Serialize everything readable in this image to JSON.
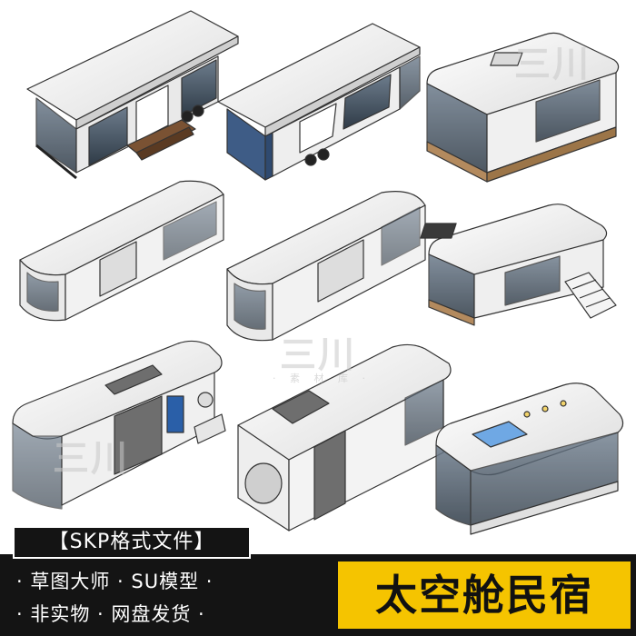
{
  "watermark": {
    "logo_text": "三川",
    "subtitle": "· 素 材 库 ·"
  },
  "badge": {
    "format_label": "【SKP格式文件】"
  },
  "tags": {
    "line1": "· 草图大师 · SU模型 ·",
    "line2": "· 非实物 · 网盘发货 ·"
  },
  "title": "太空舱民宿",
  "colors": {
    "banner_bg": "#141414",
    "title_bg": "#f5c400",
    "title_text": "#111111",
    "capsule_shell": "#f2f2f2",
    "glass": "#4a5a6a",
    "wood_deck": "#b38a5e"
  },
  "icons": {
    "capsules": "space-capsule-model-icon"
  }
}
